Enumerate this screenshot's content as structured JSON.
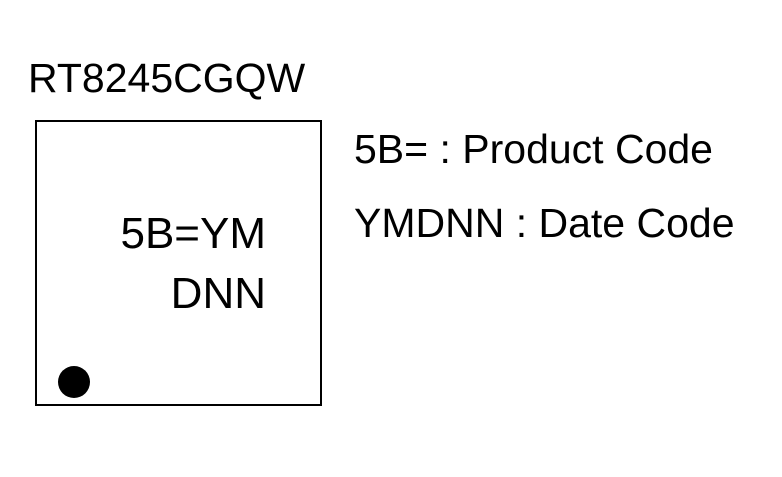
{
  "part_number": "RT8245CGQW",
  "chip": {
    "marking_line_1": "5B=YM",
    "marking_line_2": "DNN"
  },
  "legend": [
    {
      "text": "5B= : Product Code"
    },
    {
      "text": "YMDNN : Date Code"
    }
  ]
}
